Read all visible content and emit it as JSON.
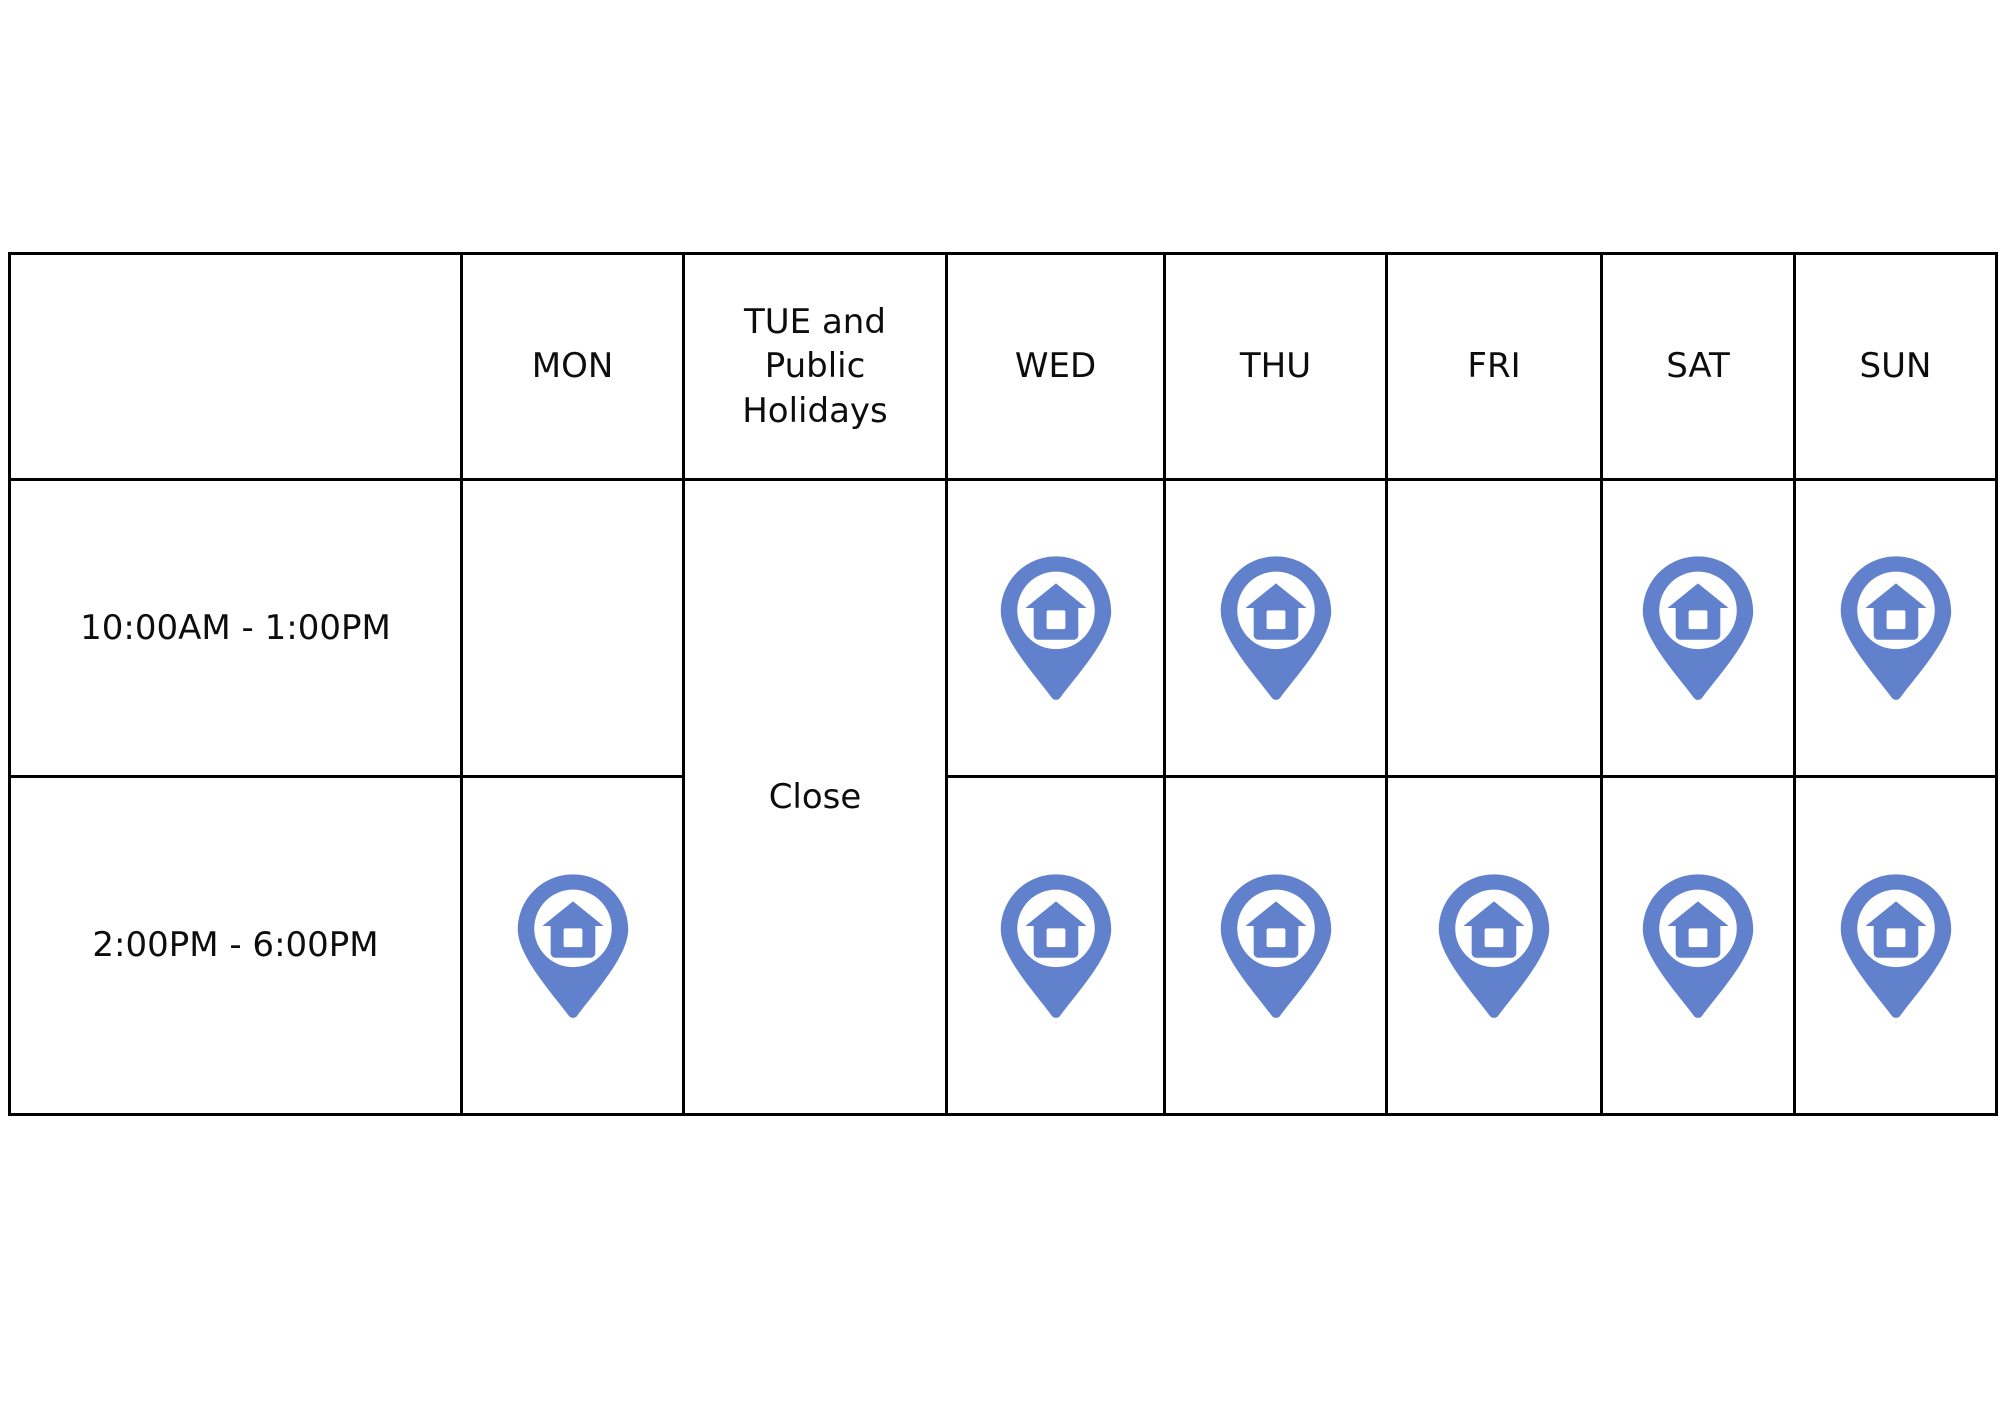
{
  "table": {
    "corner_label": "",
    "columns": [
      {
        "key": "label",
        "label": "",
        "style": "corner"
      },
      {
        "key": "mon",
        "label": "MON",
        "style": "pink"
      },
      {
        "key": "tue",
        "label": "TUE and\nPublic\nHolidays",
        "style": "pink"
      },
      {
        "key": "wed",
        "label": "WED",
        "style": "pink"
      },
      {
        "key": "thu",
        "label": "THU",
        "style": "pink"
      },
      {
        "key": "fri",
        "label": "FRI",
        "style": "pink"
      },
      {
        "key": "sat",
        "label": "SAT",
        "style": "pink"
      },
      {
        "key": "sun",
        "label": "SUN",
        "style": "blue"
      }
    ],
    "rows": [
      {
        "time_label": "10:00AM - 1:00PM",
        "cells": {
          "mon": "empty",
          "tue": "close",
          "wed": "home-pin-icon",
          "thu": "home-pin-icon",
          "fri": "empty",
          "sat": "home-pin-icon",
          "sun": "home-pin-icon"
        }
      },
      {
        "time_label": "2:00PM - 6:00PM",
        "cells": {
          "mon": "home-pin-icon",
          "tue": "close",
          "wed": "home-pin-icon",
          "thu": "home-pin-icon",
          "fri": "home-pin-icon",
          "sat": "home-pin-icon",
          "sun": "home-pin-icon"
        }
      }
    ],
    "closed_label": "Close"
  },
  "colors": {
    "header_pink": "#efc9c9",
    "header_blue": "#eef1fd",
    "closed_peach": "#fddfca",
    "pin_blue": "#6281cc",
    "border": "#000000",
    "text": "#0d0d0d",
    "background": "#ffffff"
  }
}
